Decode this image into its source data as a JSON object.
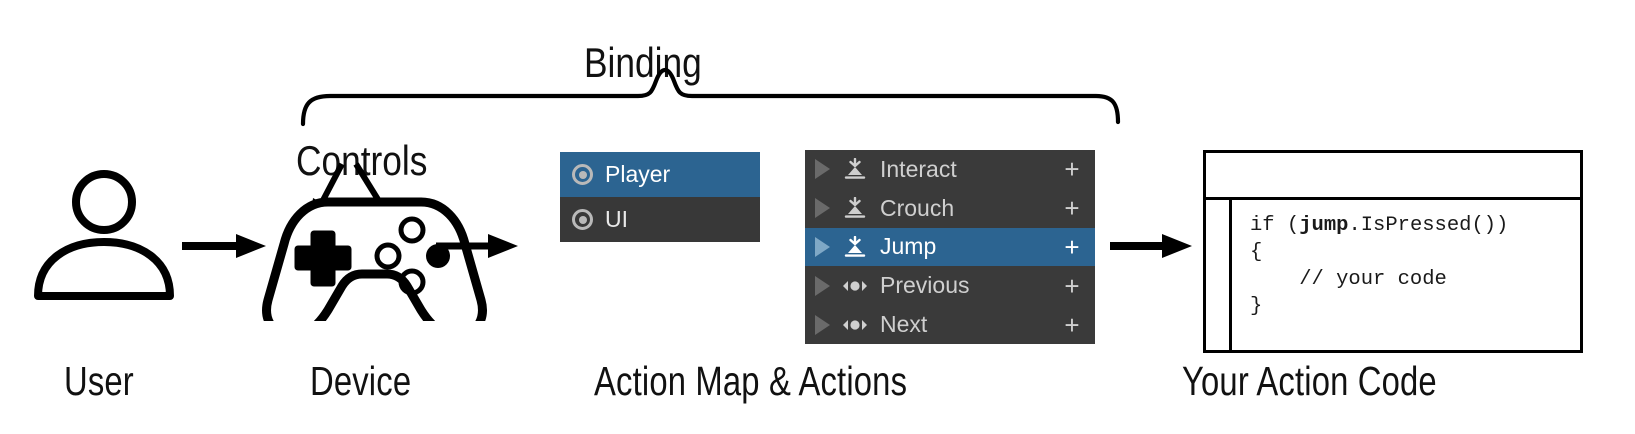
{
  "diagram": {
    "title": "Binding",
    "controls_label": "Controls",
    "captions": [
      {
        "id": "user",
        "text": "User"
      },
      {
        "id": "device",
        "text": "Device"
      },
      {
        "id": "actionmap",
        "text": "Action Map & Actions"
      },
      {
        "id": "code",
        "text": "Your Action Code"
      }
    ],
    "colors": {
      "selection_blue": "#2C6491",
      "panel_dark": "#383838",
      "panel_dark_alt": "#3A3A3A",
      "text_light": "#cfcfcf",
      "stroke": "#000000"
    }
  },
  "action_map_panel": {
    "rows": [
      {
        "label": "Player",
        "icon": "target-icon",
        "selected": true
      },
      {
        "label": "UI",
        "icon": "target-icon",
        "selected": false
      }
    ]
  },
  "actions_panel": {
    "add_label": "+",
    "rows": [
      {
        "label": "Interact",
        "icon": "button-action-icon",
        "selected": false,
        "expander": "chevron-right-icon"
      },
      {
        "label": "Crouch",
        "icon": "button-action-icon",
        "selected": false,
        "expander": "chevron-right-icon"
      },
      {
        "label": "Jump",
        "icon": "button-action-icon",
        "selected": true,
        "expander": "chevron-right-icon"
      },
      {
        "label": "Previous",
        "icon": "axis-action-icon",
        "selected": false,
        "expander": "chevron-right-icon"
      },
      {
        "label": "Next",
        "icon": "axis-action-icon",
        "selected": false,
        "expander": "chevron-right-icon"
      }
    ]
  },
  "code_window": {
    "lines": [
      {
        "pre": "if (",
        "bold": "jump",
        "post": ".IsPressed())"
      },
      {
        "pre": "{",
        "bold": "",
        "post": ""
      },
      {
        "pre": "    // your code",
        "bold": "",
        "post": ""
      },
      {
        "pre": "}",
        "bold": "",
        "post": ""
      }
    ]
  },
  "icons": {
    "user": "person-icon",
    "device": "gamepad-icon",
    "flow_arrows": [
      "arrow-right-icon",
      "arrow-right-icon",
      "arrow-right-icon"
    ],
    "controls_arrows": [
      "arrow-down-left-icon",
      "arrow-down-right-icon"
    ],
    "binding_brace": "curly-brace-icon"
  }
}
